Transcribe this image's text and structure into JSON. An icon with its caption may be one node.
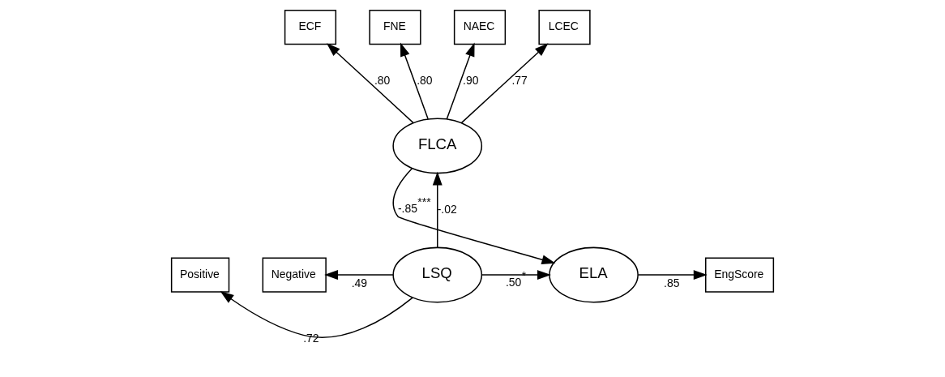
{
  "diagram": {
    "nodes": [
      {
        "text": [
          "ECF"
        ]
      },
      {
        "text": [
          "FNE"
        ]
      },
      {
        "text": [
          "NAEC"
        ]
      },
      {
        "text": [
          "LCEC"
        ]
      },
      {
        "text": [
          "FLCA"
        ]
      },
      {
        "text": [
          "Positive"
        ]
      },
      {
        "text": [
          "LSQ"
        ]
      },
      {
        "text": [
          "ELA"
        ]
      },
      {
        "text": [
          "EngScore"
        ]
      },
      {
        "text": [
          "Negative"
        ]
      }
    ],
    "edges": [
      {
        "from": 4,
        "to": 0,
        "arrow": "to",
        "label": ".80"
      },
      {
        "from": 4,
        "to": 1,
        "arrow": "to",
        "label": ".80"
      },
      {
        "from": 4,
        "to": 2,
        "arrow": "to",
        "label": ".90"
      },
      {
        "from": 4,
        "to": 3,
        "arrow": "to",
        "label": ".77"
      },
      {
        "from": 6,
        "to": 4,
        "arrow": "to",
        "label": "-.02"
      },
      {
        "from": 4,
        "to": 7,
        "arrow": "to",
        "label": "-.85$^{***}$"
      },
      {
        "from": 6,
        "to": 5,
        "arrow": "to",
        "label": ".72"
      },
      {
        "from": 6,
        "to": 7,
        "arrow": "to",
        "label": ".50$^{*}$"
      },
      {
        "from": 6,
        "to": 9,
        "arrow": "to",
        "label": ".49"
      },
      {
        "from": 7,
        "to": 8,
        "arrow": "to",
        "label": ".85"
      }
    ]
  }
}
